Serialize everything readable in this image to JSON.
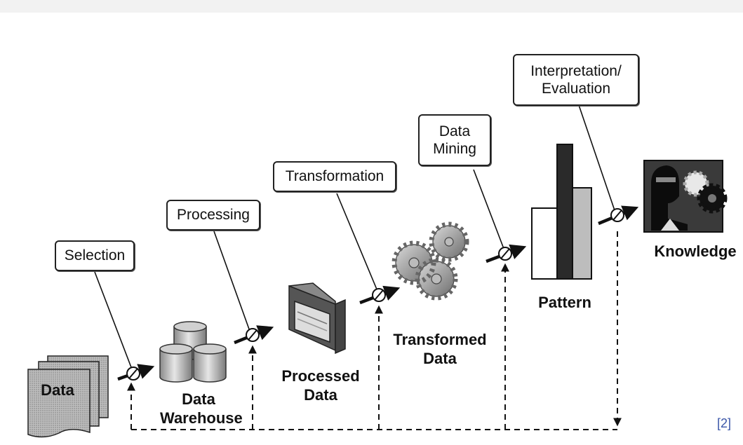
{
  "steps": {
    "selection": "Selection",
    "processing": "Processing",
    "transformation": "Transformation",
    "data_mining": "Data\nMining",
    "interpretation": "Interpretation/\nEvaluation"
  },
  "stages": {
    "data": "Data",
    "data_warehouse": "Data\nWarehouse",
    "processed_data": "Processed\nData",
    "transformed_data": "Transformed\nData",
    "pattern": "Pattern",
    "knowledge": "Knowledge"
  },
  "reference": "[2]",
  "colors": {
    "ink": "#111111",
    "reference": "#3a56a8"
  }
}
